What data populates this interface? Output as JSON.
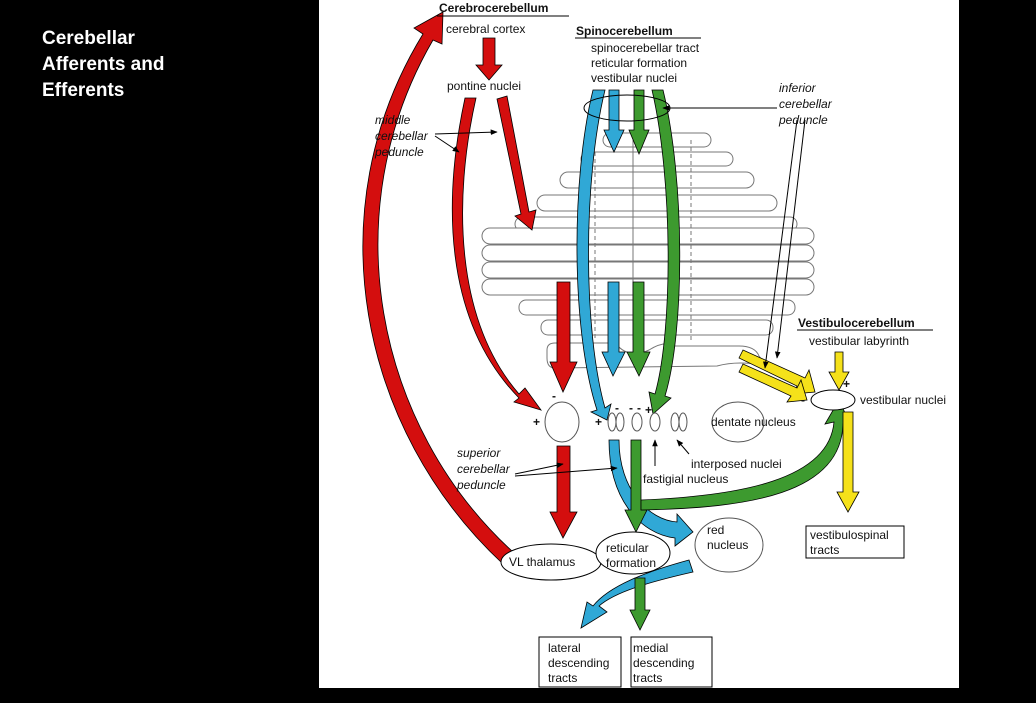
{
  "slide": {
    "title_lines": [
      "Cerebellar",
      "Afferents and",
      "Efferents"
    ]
  },
  "colors": {
    "red": "#d40e0e",
    "blue": "#30a8d6",
    "green": "#3d9a2f",
    "yellow": "#f5e11a",
    "background": "#000000",
    "panel": "#ffffff"
  },
  "headers": {
    "cerebro": "Cerebrocerebellum",
    "spino": "Spinocerebellum",
    "vestibulo": "Vestibulocerebellum"
  },
  "labels": {
    "cerebral_cortex": "cerebral cortex",
    "pontine_nuclei": "pontine nuclei",
    "spinocerebellar_tract": "spinocerebellar tract",
    "reticular_formation_top": "reticular formation",
    "vestibular_nuclei_top": "vestibular nuclei",
    "inferior_peduncle": [
      "inferior",
      "cerebellar",
      "peduncle"
    ],
    "middle_peduncle": [
      "middle",
      "cerebellar",
      "peduncle"
    ],
    "superior_peduncle": [
      "superior",
      "cerebellar",
      "peduncle"
    ],
    "vestibular_labyrinth": "vestibular labyrinth",
    "vestibular_nuclei": "vestibular nuclei",
    "dentate_nucleus": "dentate nucleus",
    "interposed_nuclei": "interposed nuclei",
    "fastigial_nucleus": "fastigial nucleus",
    "vl_thalamus": "VL thalamus",
    "reticular_formation": [
      "reticular",
      "formation"
    ],
    "red_nucleus": [
      "red",
      "nucleus"
    ],
    "vestibulospinal": [
      "vestibulospinal",
      "tracts"
    ],
    "lateral_descending": [
      "lateral",
      "descending",
      "tracts"
    ],
    "medial_descending": [
      "medial",
      "descending",
      "tracts"
    ]
  },
  "signs": {
    "plus": "+",
    "minus": "-"
  }
}
